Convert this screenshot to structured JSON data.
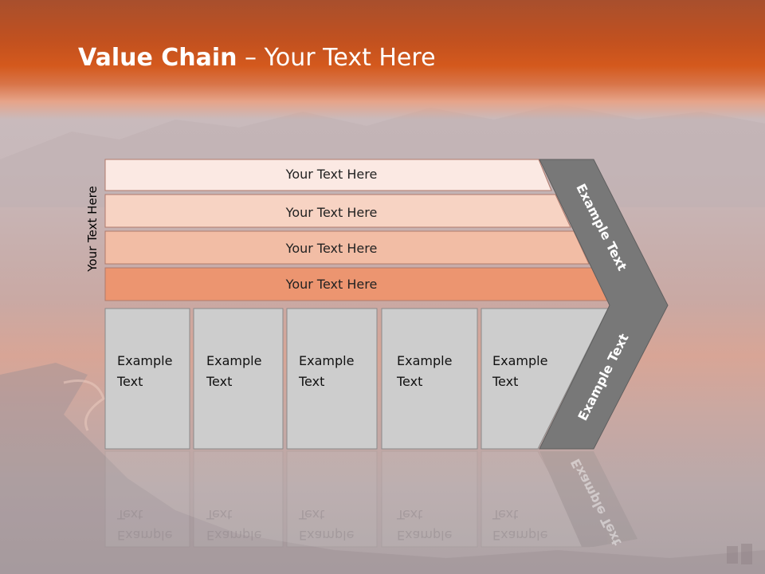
{
  "title": {
    "bold": "Value Chain",
    "rest": " – Your Text Here"
  },
  "side_label": "Your Text Here",
  "bands": [
    "Your Text Here",
    "Your Text Here",
    "Your Text Here",
    "Your Text Here"
  ],
  "columns": [
    {
      "line1": "Example",
      "line2": "Text"
    },
    {
      "line1": "Example",
      "line2": "Text"
    },
    {
      "line1": "Example",
      "line2": "Text"
    },
    {
      "line1": "Example",
      "line2": "Text"
    },
    {
      "line1": "Example",
      "line2": "Text"
    }
  ],
  "arrow_labels": {
    "upper": "Example Text",
    "lower": "Example Text"
  },
  "colors": {
    "band1": "#fbe9e3",
    "band2": "#f7d3c3",
    "band3": "#f2bda5",
    "band4": "#ec9570",
    "column": "#cdcdcd",
    "arrow": "#787878",
    "header": "#d4591d"
  }
}
